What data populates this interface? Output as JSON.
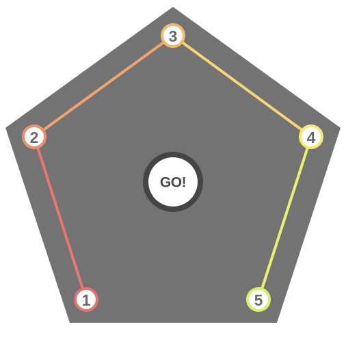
{
  "colors": {
    "page_background": "#ffffff",
    "board_fill": "#737373",
    "node_fill": "#ffffff",
    "label_color": "#6a6a6a",
    "go_ring": "#454545",
    "go_fill": "#ffffff"
  },
  "go_button": {
    "label": "GO!"
  },
  "nodes": [
    {
      "label": "1",
      "color": "#e8706e"
    },
    {
      "label": "2",
      "color": "#ee8f6f"
    },
    {
      "label": "3",
      "color": "#f3b86a"
    },
    {
      "label": "4",
      "color": "#f7e871"
    },
    {
      "label": "5",
      "color": "#d4f36b"
    }
  ],
  "path": [
    {
      "from": "1",
      "to": "2",
      "color": "#e8786d"
    },
    {
      "from": "2",
      "to": "3",
      "color": "#f0a46e"
    },
    {
      "from": "3",
      "to": "4",
      "color": "#f6d775"
    },
    {
      "from": "4",
      "to": "5",
      "color": "#eaf070"
    }
  ]
}
